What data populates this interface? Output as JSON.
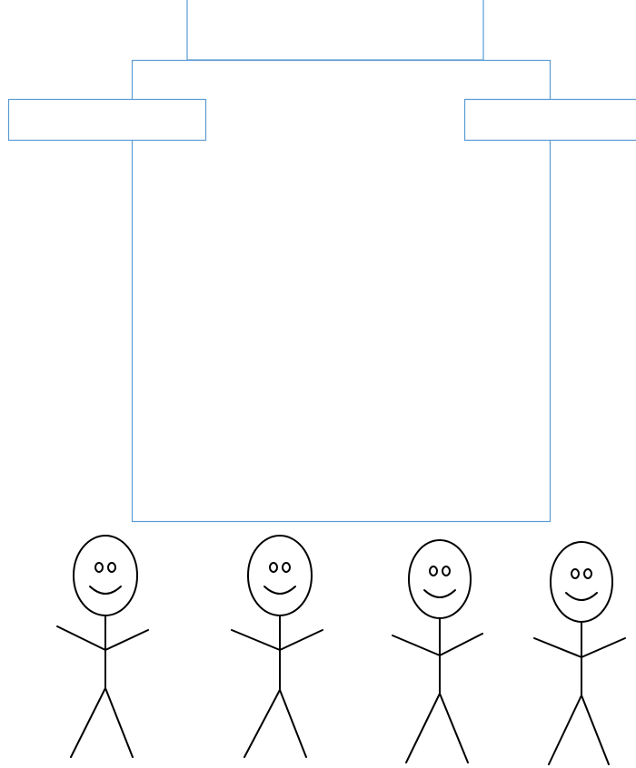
{
  "colors": {
    "frame_stroke": "#5b9bd5",
    "figure_stroke": "#000000",
    "background": "#ffffff"
  },
  "diagram": {
    "frames": [
      {
        "id": "top-box"
      },
      {
        "id": "main-box"
      },
      {
        "id": "left-arm-box"
      },
      {
        "id": "right-arm-box"
      }
    ],
    "figures": [
      {
        "id": "stick-figure-1",
        "icon": "smiley-stick-figure-icon"
      },
      {
        "id": "stick-figure-2",
        "icon": "smiley-stick-figure-icon"
      },
      {
        "id": "stick-figure-3",
        "icon": "smiley-stick-figure-icon"
      },
      {
        "id": "stick-figure-4",
        "icon": "smiley-stick-figure-icon"
      }
    ]
  }
}
